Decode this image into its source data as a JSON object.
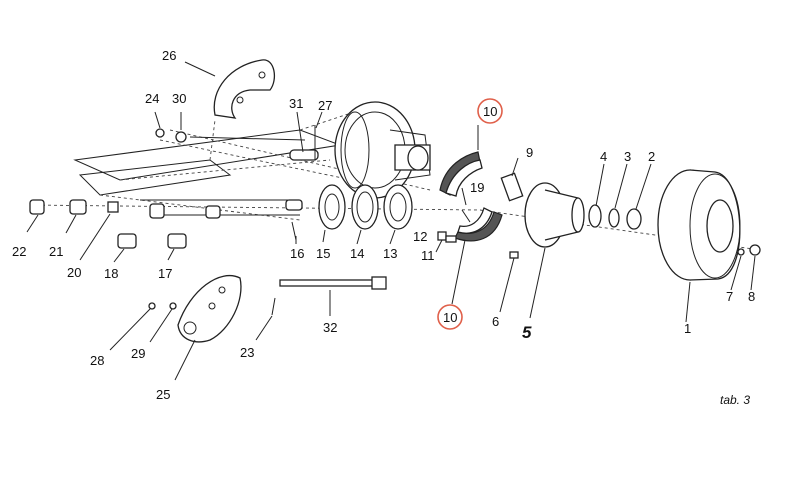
{
  "diagram": {
    "labels": [
      {
        "id": "1",
        "text": "1"
      },
      {
        "id": "2",
        "text": "2"
      },
      {
        "id": "3",
        "text": "3"
      },
      {
        "id": "4",
        "text": "4"
      },
      {
        "id": "5",
        "text": "5"
      },
      {
        "id": "6",
        "text": "6"
      },
      {
        "id": "7",
        "text": "7"
      },
      {
        "id": "8",
        "text": "8"
      },
      {
        "id": "9",
        "text": "9"
      },
      {
        "id": "10a",
        "text": "10"
      },
      {
        "id": "10b",
        "text": "10"
      },
      {
        "id": "11",
        "text": "11"
      },
      {
        "id": "12",
        "text": "12"
      },
      {
        "id": "13",
        "text": "13"
      },
      {
        "id": "14",
        "text": "14"
      },
      {
        "id": "15",
        "text": "15"
      },
      {
        "id": "16",
        "text": "16"
      },
      {
        "id": "17",
        "text": "17"
      },
      {
        "id": "18",
        "text": "18"
      },
      {
        "id": "19",
        "text": "19"
      },
      {
        "id": "20",
        "text": "20"
      },
      {
        "id": "21",
        "text": "21"
      },
      {
        "id": "22",
        "text": "22"
      },
      {
        "id": "23",
        "text": "23"
      },
      {
        "id": "24",
        "text": "24"
      },
      {
        "id": "25",
        "text": "25"
      },
      {
        "id": "26",
        "text": "26"
      },
      {
        "id": "27",
        "text": "27"
      },
      {
        "id": "28",
        "text": "28"
      },
      {
        "id": "29",
        "text": "29"
      },
      {
        "id": "30",
        "text": "30"
      },
      {
        "id": "31",
        "text": "31"
      },
      {
        "id": "32",
        "text": "32"
      }
    ],
    "caption": "tab. 3",
    "highlight_color": "#e0604a"
  }
}
